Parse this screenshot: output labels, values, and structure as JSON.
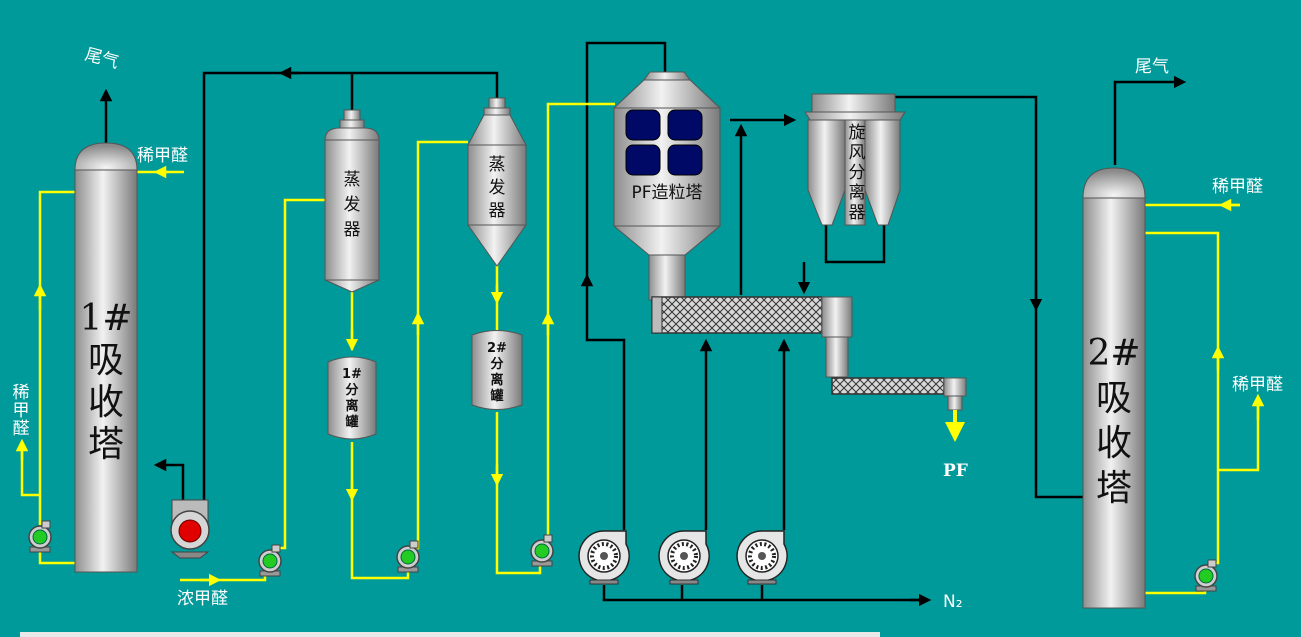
{
  "diagram": {
    "background": "#009a9a",
    "accent_pipe": "#ffff00",
    "gas_pipe": "#000000",
    "labels": {
      "tower1_name": "1#\n吸\n收\n塔",
      "tower2_name": "2#\n吸\n收\n塔",
      "evaporator1": "蒸\n发\n器",
      "evaporator2": "蒸\n发\n器",
      "sep_tank1": "1#\n分\n离\n罐",
      "sep_tank2": "2#\n分\n离\n罐",
      "granulator": "PF造粒塔",
      "cyclone": "旋\n风\n分\n离\n器",
      "tail_gas1": "尾气",
      "tail_gas2": "尾气",
      "dilute1_top": "稀甲醛",
      "dilute1_left": "稀\n甲\n醛",
      "dilute2_top": "稀甲醛",
      "dilute2_side": "稀甲醛",
      "conc_formaldehyde": "浓甲醛",
      "product": "PF",
      "nitrogen": "N₂"
    }
  }
}
